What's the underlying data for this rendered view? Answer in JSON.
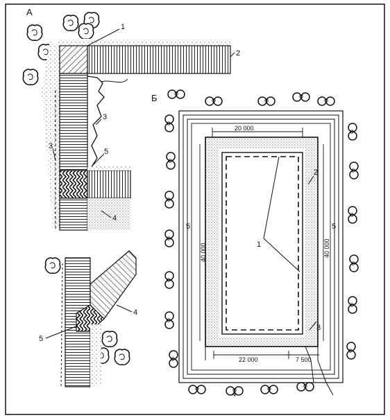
{
  "panel_a": {
    "letter": "А",
    "callouts": {
      "c1": "1",
      "c2": "2",
      "c3": "3",
      "c3b": "3",
      "c4": "4",
      "c5": "5"
    }
  },
  "panel_a2": {
    "callouts": {
      "c4": "4",
      "c5": "5"
    }
  },
  "panel_b": {
    "letter": "Б",
    "dims": {
      "top": "20 000",
      "left": "40 000",
      "right": "40 000",
      "bottom_main": "22 000",
      "bottom_side": "7 500"
    },
    "callouts": {
      "c1": "1",
      "c2": "2",
      "c3": "3",
      "c4": "4",
      "c5_left": "5",
      "c5_right": "5"
    }
  }
}
